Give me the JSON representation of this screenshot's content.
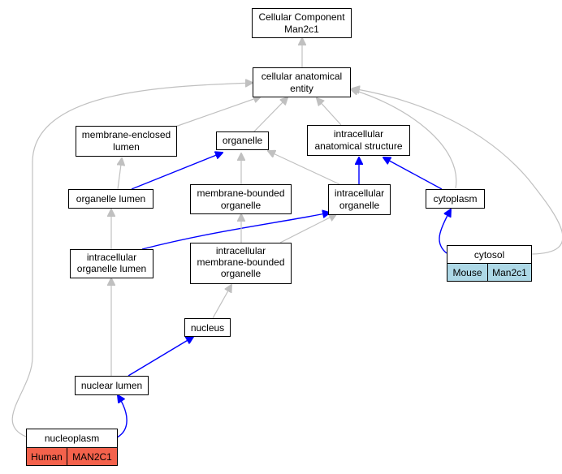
{
  "colors": {
    "inheritance_edge": "#c0c0c0",
    "part_of_edge": "#0000ff",
    "human_annotation": "#f4624c",
    "mouse_annotation": "#add8e6"
  },
  "nodes": {
    "cellular_component": [
      "Cellular Component",
      "Man2c1"
    ],
    "cellular_anatomical_entity": [
      "cellular anatomical",
      "entity"
    ],
    "membrane_enclosed_lumen": [
      "membrane-enclosed",
      "lumen"
    ],
    "organelle": [
      "organelle"
    ],
    "intracellular_anatomical_structure": [
      "intracellular",
      "anatomical structure"
    ],
    "organelle_lumen": [
      "organelle lumen"
    ],
    "membrane_bounded_organelle": [
      "membrane-bounded",
      "organelle"
    ],
    "intracellular_organelle": [
      "intracellular",
      "organelle"
    ],
    "cytoplasm": [
      "cytoplasm"
    ],
    "intracellular_organelle_lumen": [
      "intracellular",
      "organelle lumen"
    ],
    "intracellular_membrane_bounded_organelle": [
      "intracellular",
      "membrane-bounded",
      "organelle"
    ],
    "cytosol": [
      "cytosol"
    ],
    "nucleus": [
      "nucleus"
    ],
    "nuclear_lumen": [
      "nuclear lumen"
    ],
    "nucleoplasm": [
      "nucleoplasm"
    ]
  },
  "annotations": {
    "cytosol": {
      "species": "Mouse",
      "gene": "Man2c1"
    },
    "nucleoplasm": {
      "species": "Human",
      "gene": "MAN2C1"
    }
  }
}
